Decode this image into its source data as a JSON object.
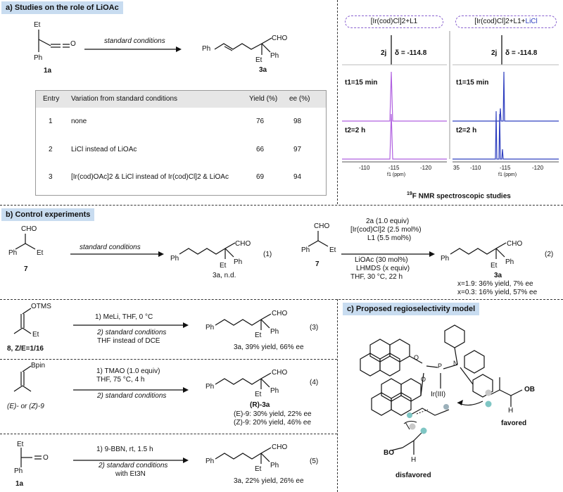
{
  "section_a": {
    "header": "a) Studies on the role of LiOAc",
    "reactant_label": "1a",
    "reactant_et": "Et",
    "reactant_ph": "Ph",
    "reactant_o": "O",
    "arrow_label": "standard conditions",
    "product_label": "3a",
    "product_ph_left": "Ph",
    "product_cho": "CHO",
    "product_et": "Et",
    "product_ph": "Ph",
    "table": {
      "headers": [
        "Entry",
        "Variation from standard conditions",
        "Yield (%)",
        "ee (%)"
      ],
      "rows": [
        {
          "entry": "1",
          "variation": "none",
          "yield": "76",
          "ee": "98"
        },
        {
          "entry": "2",
          "variation": "LiCl instead of LiOAc",
          "yield": "66",
          "ee": "97"
        },
        {
          "entry": "3",
          "variation": "[Ir(cod)OAc]2 & LiCl instead of Ir(cod)Cl]2 & LiOAc",
          "yield": "69",
          "ee": "94"
        }
      ]
    }
  },
  "nmr": {
    "label_left": "[Ir(cod)Cl]2+L1",
    "label_right_prefix": "[Ir(cod)Cl]2+L1+",
    "label_right_suffix": "LiCl",
    "peak_compound": "2j",
    "peak_shift": "δ = -114.8",
    "t1": "t1=15 min",
    "t2": "t2=2 h",
    "xaxis_left_ticks": [
      "-110",
      "-115",
      "-120"
    ],
    "xaxis_right_ticks": [
      "35",
      "-110",
      "-115",
      "-120"
    ],
    "xaxis_label": "f1 (ppm)",
    "caption": "19F NMR spectroscopic studies",
    "colors": {
      "left": "#b060e0",
      "right": "#3040c0"
    }
  },
  "section_b": {
    "header": "b) Control experiments",
    "eq1": {
      "sm_label": "7",
      "sm_cho": "CHO",
      "sm_ph": "Ph",
      "sm_et": "Et",
      "arrow": "standard conditions",
      "product": "3a, n.d.",
      "num": "(1)"
    },
    "eq2": {
      "sm_label": "7",
      "conditions": [
        "2a (1.0 equiv)",
        "[Ir(cod)Cl]2 (2.5 mol%)",
        "L1 (5.5 mol%)",
        "LiOAc (30 mol%)",
        "LHMDS (x equiv)",
        "THF, 30 °C, 22 h"
      ],
      "product": "3a",
      "results": [
        "x=1.9: 36% yield, 7% ee",
        "x=0.3: 16% yield, 57% ee"
      ],
      "num": "(2)"
    },
    "eq3": {
      "sm_otms": "OTMS",
      "sm_et": "Et",
      "sm_label": "8, Z/E=1/16",
      "step1": "1) MeLi, THF, 0 °C",
      "step2": "2) standard conditions",
      "step2b": "THF instead of DCE",
      "product": "3a, 39% yield, 66% ee",
      "num": "(3)"
    },
    "eq4": {
      "sm_bpin": "Bpin",
      "sm_label": "(E)- or (Z)-9",
      "step1": "1) TMAO (1.0 equiv)",
      "step1b": "THF, 75 °C, 4 h",
      "step2": "2) standard conditions",
      "product": "(R)-3a",
      "results": [
        "(E)-9: 30% yield, 22% ee",
        "(Z)-9: 20% yield, 46% ee"
      ],
      "num": "(4)"
    },
    "eq5": {
      "sm_label": "1a",
      "step1": "1) 9-BBN, rt, 1.5 h",
      "step2": "2) standard conditions",
      "step2b": "with Et3N",
      "product": "3a, 22% yield, 26% ee",
      "num": "(5)"
    }
  },
  "section_c": {
    "header": "c) Proposed regioselectivity model",
    "favored": "favored",
    "disfavored": "disfavored",
    "metal": "Ir(III)",
    "ob": "OB",
    "bo": "BO",
    "h": "H",
    "p": "P",
    "n": "N",
    "o": "O"
  }
}
